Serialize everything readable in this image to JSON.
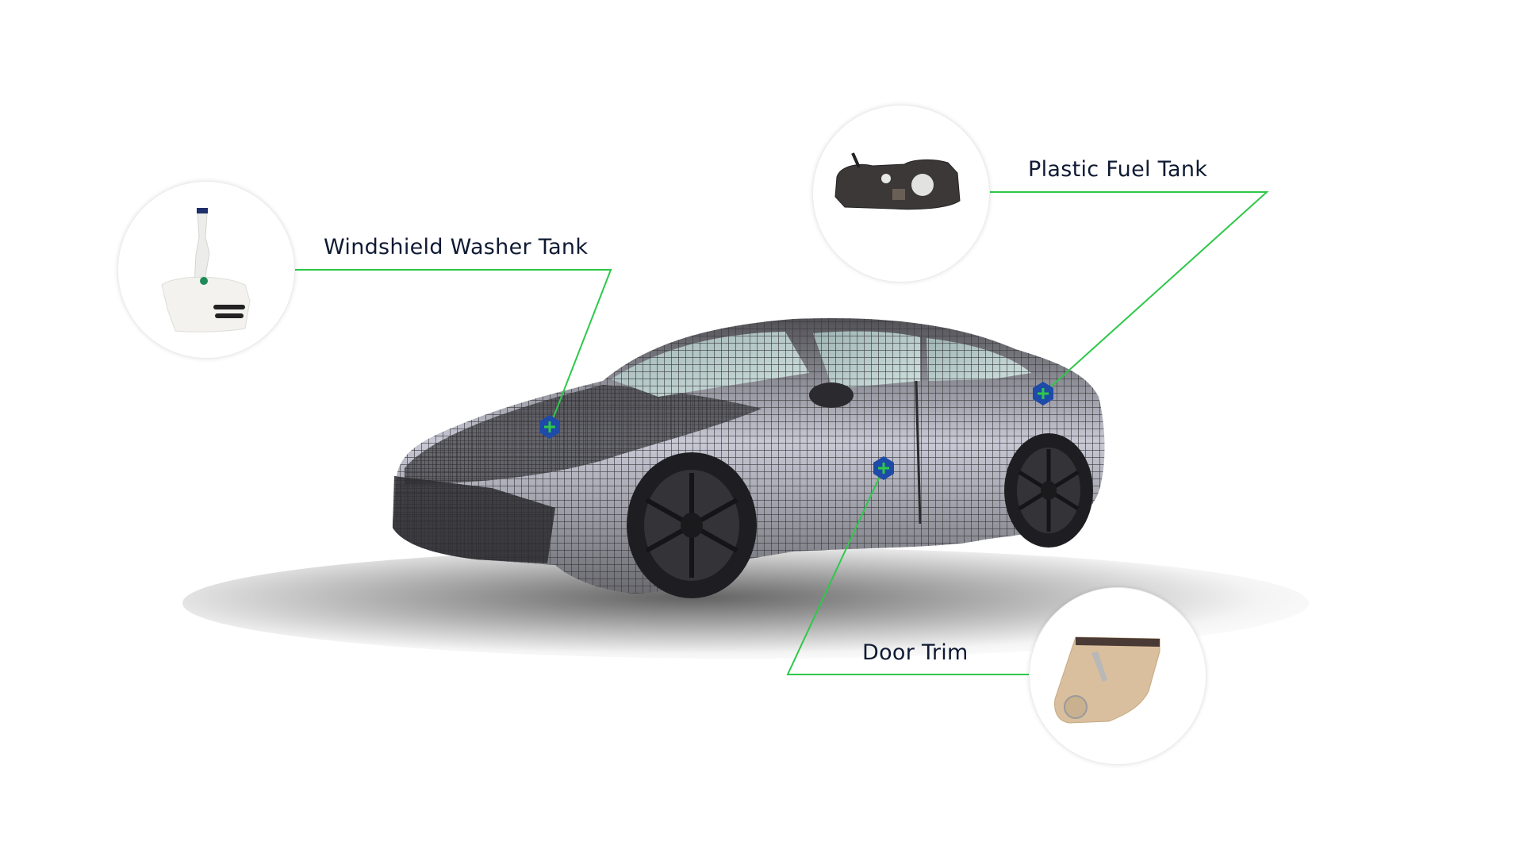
{
  "diagram": {
    "subject": "Wireframe sports sedan",
    "accent_line_color": "#2ec84a",
    "marker_fill": "#1e4aa8",
    "marker_plus_color": "#2ec84a",
    "label_color": "#0f1a33"
  },
  "callouts": [
    {
      "label": "Windshield Washer Tank",
      "icon": "washer-tank-image"
    },
    {
      "label": "Plastic Fuel Tank",
      "icon": "fuel-tank-image"
    },
    {
      "label": "Door Trim",
      "icon": "door-trim-image"
    }
  ]
}
